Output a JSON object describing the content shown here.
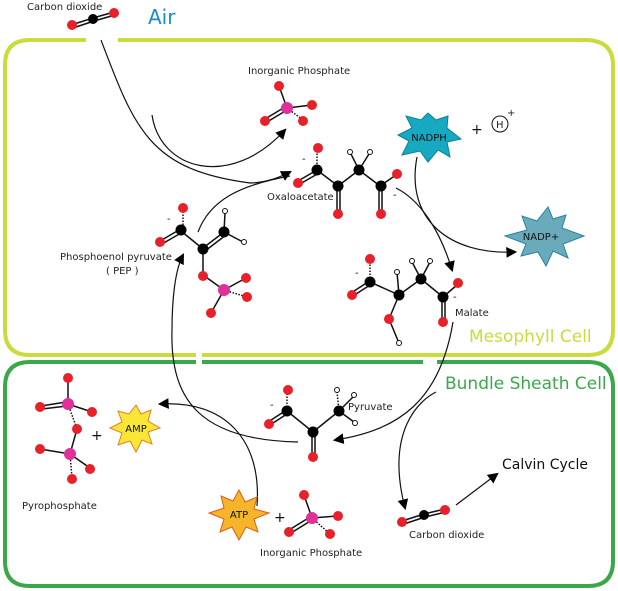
{
  "title": "C4 carbon fixation pathway",
  "regions": {
    "air": "Air",
    "mesophyll": "Mesophyll Cell",
    "bundle_sheath": "Bundle Sheath Cell"
  },
  "molecules": {
    "co2_air": "Carbon dioxide",
    "phosphate_top": "Inorganic Phosphate",
    "oxaloacetate": "Oxaloacetate",
    "pep_line1": "Phosphoenol pyruvate",
    "pep_line2": "( PEP )",
    "malate": "Malate",
    "pyruvate": "Pyruvate",
    "pyrophosphate": "Pyrophosphate",
    "phosphate_bottom": "Inorganic Phosphate",
    "co2_bundle": "Carbon dioxide",
    "calvin_cycle": "Calvin Cycle"
  },
  "cofactors": {
    "nadph": "NADPH",
    "nadp": "NADP+",
    "amp": "AMP",
    "atp": "ATP",
    "proton": "H",
    "proton_charge": "+"
  },
  "symbols": {
    "plus": "+",
    "negative_charge": "-"
  },
  "colors": {
    "air_label": "#1a8ccc",
    "mesophyll_border": "#c9dc3b",
    "bundle_sheath_border": "#3aa84a",
    "oxygen": "#e8202a",
    "carbon": "#000000",
    "phosphorus": "#e0309a",
    "nadph_fill": "#17a9c2",
    "nadp_fill": "#6aabbb",
    "amp_fill": "#f9e637",
    "atp_fill": "#f5b52a"
  }
}
